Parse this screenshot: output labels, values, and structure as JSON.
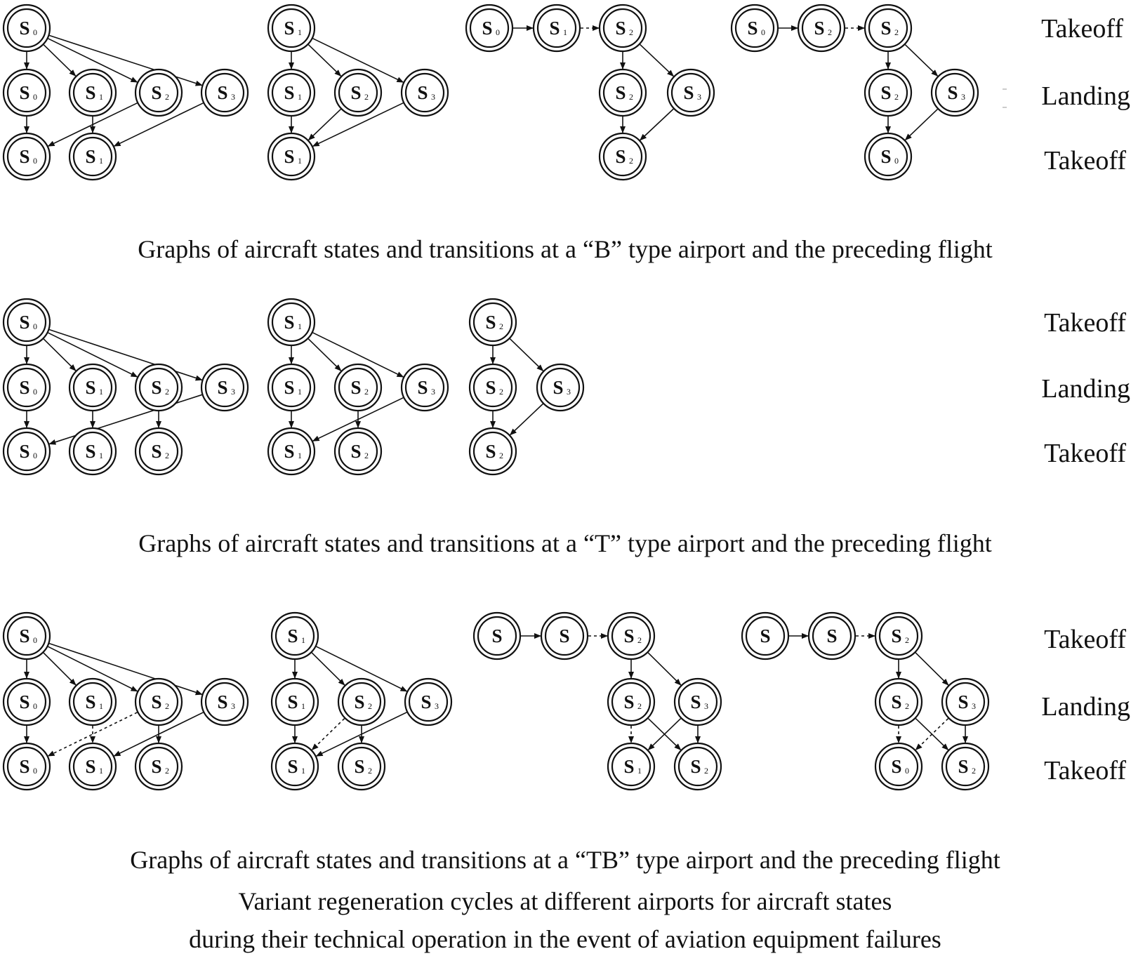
{
  "row_labels": [
    "Takeoff",
    "Landing",
    "Takeoff"
  ],
  "captions": {
    "b": "Graphs of aircraft states and transitions at a “B” type airport and the preceding flight",
    "t": "Graphs of aircraft states and transitions at a “T” type airport and the preceding flight",
    "tb": "Graphs of aircraft states and transitions at a “TB” type airport and the preceding flight",
    "main_line1": "Variant regeneration cycles at different airports for aircraft states",
    "main_line2": "during their technical operation in the event of aviation equipment failures"
  },
  "sections": [
    {
      "id": "b",
      "graphs": [
        {
          "nodes": [
            {
              "id": "t0",
              "main": "S",
              "sub": "0"
            },
            {
              "id": "l0",
              "main": "S",
              "sub": "0"
            },
            {
              "id": "l1",
              "main": "S",
              "sub": "1"
            },
            {
              "id": "l2",
              "main": "S",
              "sub": "2"
            },
            {
              "id": "l3",
              "main": "S",
              "sub": "3"
            },
            {
              "id": "b0",
              "main": "S",
              "sub": "0"
            },
            {
              "id": "b1",
              "main": "S",
              "sub": "1"
            }
          ],
          "edges": [
            {
              "from": "t0",
              "to": "l0"
            },
            {
              "from": "t0",
              "to": "l1"
            },
            {
              "from": "t0",
              "to": "l2"
            },
            {
              "from": "t0",
              "to": "l3"
            },
            {
              "from": "l0",
              "to": "b0"
            },
            {
              "from": "l1",
              "to": "b1"
            },
            {
              "from": "l2",
              "to": "b0"
            },
            {
              "from": "l3",
              "to": "b1"
            }
          ]
        },
        {
          "nodes": [
            {
              "id": "t1",
              "main": "S",
              "sub": "1"
            },
            {
              "id": "l1",
              "main": "S",
              "sub": "1"
            },
            {
              "id": "l2",
              "main": "S",
              "sub": "2"
            },
            {
              "id": "l3",
              "main": "S",
              "sub": "3"
            },
            {
              "id": "b1",
              "main": "S",
              "sub": "1"
            }
          ],
          "edges": [
            {
              "from": "t1",
              "to": "l1"
            },
            {
              "from": "t1",
              "to": "l2"
            },
            {
              "from": "t1",
              "to": "l3"
            },
            {
              "from": "l1",
              "to": "b1"
            },
            {
              "from": "l2",
              "to": "b1"
            },
            {
              "from": "l3",
              "to": "b1"
            }
          ]
        },
        {
          "nodes": [
            {
              "id": "ta",
              "main": "S",
              "sub": "0"
            },
            {
              "id": "tb",
              "main": "S",
              "sub": "1"
            },
            {
              "id": "tc",
              "main": "S",
              "sub": "2"
            },
            {
              "id": "l2",
              "main": "S",
              "sub": "2"
            },
            {
              "id": "l3",
              "main": "S",
              "sub": "3"
            },
            {
              "id": "b2",
              "main": "S",
              "sub": "2"
            }
          ],
          "edges": [
            {
              "from": "ta",
              "to": "tb"
            },
            {
              "from": "tb",
              "to": "tc",
              "dashed": true
            },
            {
              "from": "tc",
              "to": "l2"
            },
            {
              "from": "tc",
              "to": "l3"
            },
            {
              "from": "l2",
              "to": "b2"
            },
            {
              "from": "l3",
              "to": "b2"
            }
          ]
        },
        {
          "nodes": [
            {
              "id": "ta",
              "main": "S",
              "sub": "0"
            },
            {
              "id": "tb",
              "main": "S",
              "sub": "2"
            },
            {
              "id": "tc",
              "main": "S",
              "sub": "2"
            },
            {
              "id": "l2",
              "main": "S",
              "sub": "2"
            },
            {
              "id": "l3",
              "main": "S",
              "sub": "3"
            },
            {
              "id": "b0",
              "main": "S",
              "sub": "0"
            }
          ],
          "edges": [
            {
              "from": "ta",
              "to": "tb"
            },
            {
              "from": "tb",
              "to": "tc",
              "dashed": true
            },
            {
              "from": "tc",
              "to": "l2"
            },
            {
              "from": "tc",
              "to": "l3"
            },
            {
              "from": "l2",
              "to": "b0"
            },
            {
              "from": "l3",
              "to": "b0"
            }
          ]
        }
      ]
    },
    {
      "id": "t",
      "graphs": [
        {
          "nodes": [
            {
              "id": "t0",
              "main": "S",
              "sub": "0"
            },
            {
              "id": "l0",
              "main": "S",
              "sub": "0"
            },
            {
              "id": "l1",
              "main": "S",
              "sub": "1"
            },
            {
              "id": "l2",
              "main": "S",
              "sub": "2"
            },
            {
              "id": "l3",
              "main": "S",
              "sub": "3"
            },
            {
              "id": "b0",
              "main": "S",
              "sub": "0"
            },
            {
              "id": "b1",
              "main": "S",
              "sub": "1"
            },
            {
              "id": "b2",
              "main": "S",
              "sub": "2"
            }
          ],
          "edges": [
            {
              "from": "t0",
              "to": "l0"
            },
            {
              "from": "t0",
              "to": "l1"
            },
            {
              "from": "t0",
              "to": "l2"
            },
            {
              "from": "t0",
              "to": "l3"
            },
            {
              "from": "l0",
              "to": "b0"
            },
            {
              "from": "l1",
              "to": "b1"
            },
            {
              "from": "l2",
              "to": "b2"
            },
            {
              "from": "l3",
              "to": "b0"
            }
          ]
        },
        {
          "nodes": [
            {
              "id": "t1",
              "main": "S",
              "sub": "1"
            },
            {
              "id": "l1",
              "main": "S",
              "sub": "1"
            },
            {
              "id": "l2",
              "main": "S",
              "sub": "2"
            },
            {
              "id": "l3",
              "main": "S",
              "sub": "3"
            },
            {
              "id": "b1",
              "main": "S",
              "sub": "1"
            },
            {
              "id": "b2",
              "main": "S",
              "sub": "2"
            }
          ],
          "edges": [
            {
              "from": "t1",
              "to": "l1"
            },
            {
              "from": "t1",
              "to": "l2"
            },
            {
              "from": "t1",
              "to": "l3"
            },
            {
              "from": "l1",
              "to": "b1"
            },
            {
              "from": "l2",
              "to": "b2"
            },
            {
              "from": "l3",
              "to": "b1"
            }
          ]
        },
        {
          "nodes": [
            {
              "id": "t2",
              "main": "S",
              "sub": "2"
            },
            {
              "id": "l2",
              "main": "S",
              "sub": "2"
            },
            {
              "id": "l3",
              "main": "S",
              "sub": "3"
            },
            {
              "id": "b2",
              "main": "S",
              "sub": "2"
            }
          ],
          "edges": [
            {
              "from": "t2",
              "to": "l2"
            },
            {
              "from": "t2",
              "to": "l3"
            },
            {
              "from": "l2",
              "to": "b2"
            },
            {
              "from": "l3",
              "to": "b2"
            }
          ]
        }
      ]
    },
    {
      "id": "tb",
      "graphs": [
        {
          "nodes": [
            {
              "id": "t0",
              "main": "S",
              "sub": "0"
            },
            {
              "id": "l0",
              "main": "S",
              "sub": "0"
            },
            {
              "id": "l1",
              "main": "S",
              "sub": "1"
            },
            {
              "id": "l2",
              "main": "S",
              "sub": "2"
            },
            {
              "id": "l3",
              "main": "S",
              "sub": "3"
            },
            {
              "id": "b0",
              "main": "S",
              "sub": "0"
            },
            {
              "id": "b1",
              "main": "S",
              "sub": "1"
            },
            {
              "id": "b2",
              "main": "S",
              "sub": "2"
            }
          ],
          "edges": [
            {
              "from": "t0",
              "to": "l0"
            },
            {
              "from": "t0",
              "to": "l1"
            },
            {
              "from": "t0",
              "to": "l2"
            },
            {
              "from": "t0",
              "to": "l3"
            },
            {
              "from": "l0",
              "to": "b0"
            },
            {
              "from": "l1",
              "to": "b1",
              "dashed": true
            },
            {
              "from": "l2",
              "to": "b2"
            },
            {
              "from": "l2",
              "to": "b0",
              "dashed": true
            },
            {
              "from": "l3",
              "to": "b1"
            }
          ]
        },
        {
          "nodes": [
            {
              "id": "t1",
              "main": "S",
              "sub": "1"
            },
            {
              "id": "l1",
              "main": "S",
              "sub": "1"
            },
            {
              "id": "l2",
              "main": "S",
              "sub": "2"
            },
            {
              "id": "l3",
              "main": "S",
              "sub": "3"
            },
            {
              "id": "b1",
              "main": "S",
              "sub": "1"
            },
            {
              "id": "b2",
              "main": "S",
              "sub": "2"
            }
          ],
          "edges": [
            {
              "from": "t1",
              "to": "l1"
            },
            {
              "from": "t1",
              "to": "l2"
            },
            {
              "from": "t1",
              "to": "l3"
            },
            {
              "from": "l1",
              "to": "b1"
            },
            {
              "from": "l2",
              "to": "b2"
            },
            {
              "from": "l2",
              "to": "b1",
              "dashed": true
            },
            {
              "from": "l3",
              "to": "b1"
            }
          ]
        },
        {
          "nodes": [
            {
              "id": "ta",
              "main": "S",
              "sub": ""
            },
            {
              "id": "tb",
              "main": "S",
              "sub": ""
            },
            {
              "id": "tc",
              "main": "S",
              "sub": "2"
            },
            {
              "id": "l2",
              "main": "S",
              "sub": "2"
            },
            {
              "id": "l3",
              "main": "S",
              "sub": "3"
            },
            {
              "id": "b1",
              "main": "S",
              "sub": "1"
            },
            {
              "id": "b2",
              "main": "S",
              "sub": "2"
            }
          ],
          "edges": [
            {
              "from": "ta",
              "to": "tb"
            },
            {
              "from": "tb",
              "to": "tc",
              "dashed": true
            },
            {
              "from": "tc",
              "to": "l2"
            },
            {
              "from": "tc",
              "to": "l3"
            },
            {
              "from": "l2",
              "to": "b1",
              "dashed": true
            },
            {
              "from": "l2",
              "to": "b2"
            },
            {
              "from": "l3",
              "to": "b1"
            },
            {
              "from": "l3",
              "to": "b2"
            }
          ]
        },
        {
          "nodes": [
            {
              "id": "ta",
              "main": "S",
              "sub": ""
            },
            {
              "id": "tb",
              "main": "S",
              "sub": ""
            },
            {
              "id": "tc",
              "main": "S",
              "sub": "2"
            },
            {
              "id": "l2",
              "main": "S",
              "sub": "2"
            },
            {
              "id": "l3",
              "main": "S",
              "sub": "3"
            },
            {
              "id": "b0",
              "main": "S",
              "sub": "0"
            },
            {
              "id": "b2",
              "main": "S",
              "sub": "2"
            }
          ],
          "edges": [
            {
              "from": "ta",
              "to": "tb"
            },
            {
              "from": "tb",
              "to": "tc",
              "dashed": true
            },
            {
              "from": "tc",
              "to": "l2"
            },
            {
              "from": "tc",
              "to": "l3"
            },
            {
              "from": "l2",
              "to": "b0",
              "dashed": true
            },
            {
              "from": "l2",
              "to": "b2"
            },
            {
              "from": "l3",
              "to": "b0",
              "dashed": true
            },
            {
              "from": "l3",
              "to": "b2"
            }
          ]
        }
      ]
    }
  ]
}
